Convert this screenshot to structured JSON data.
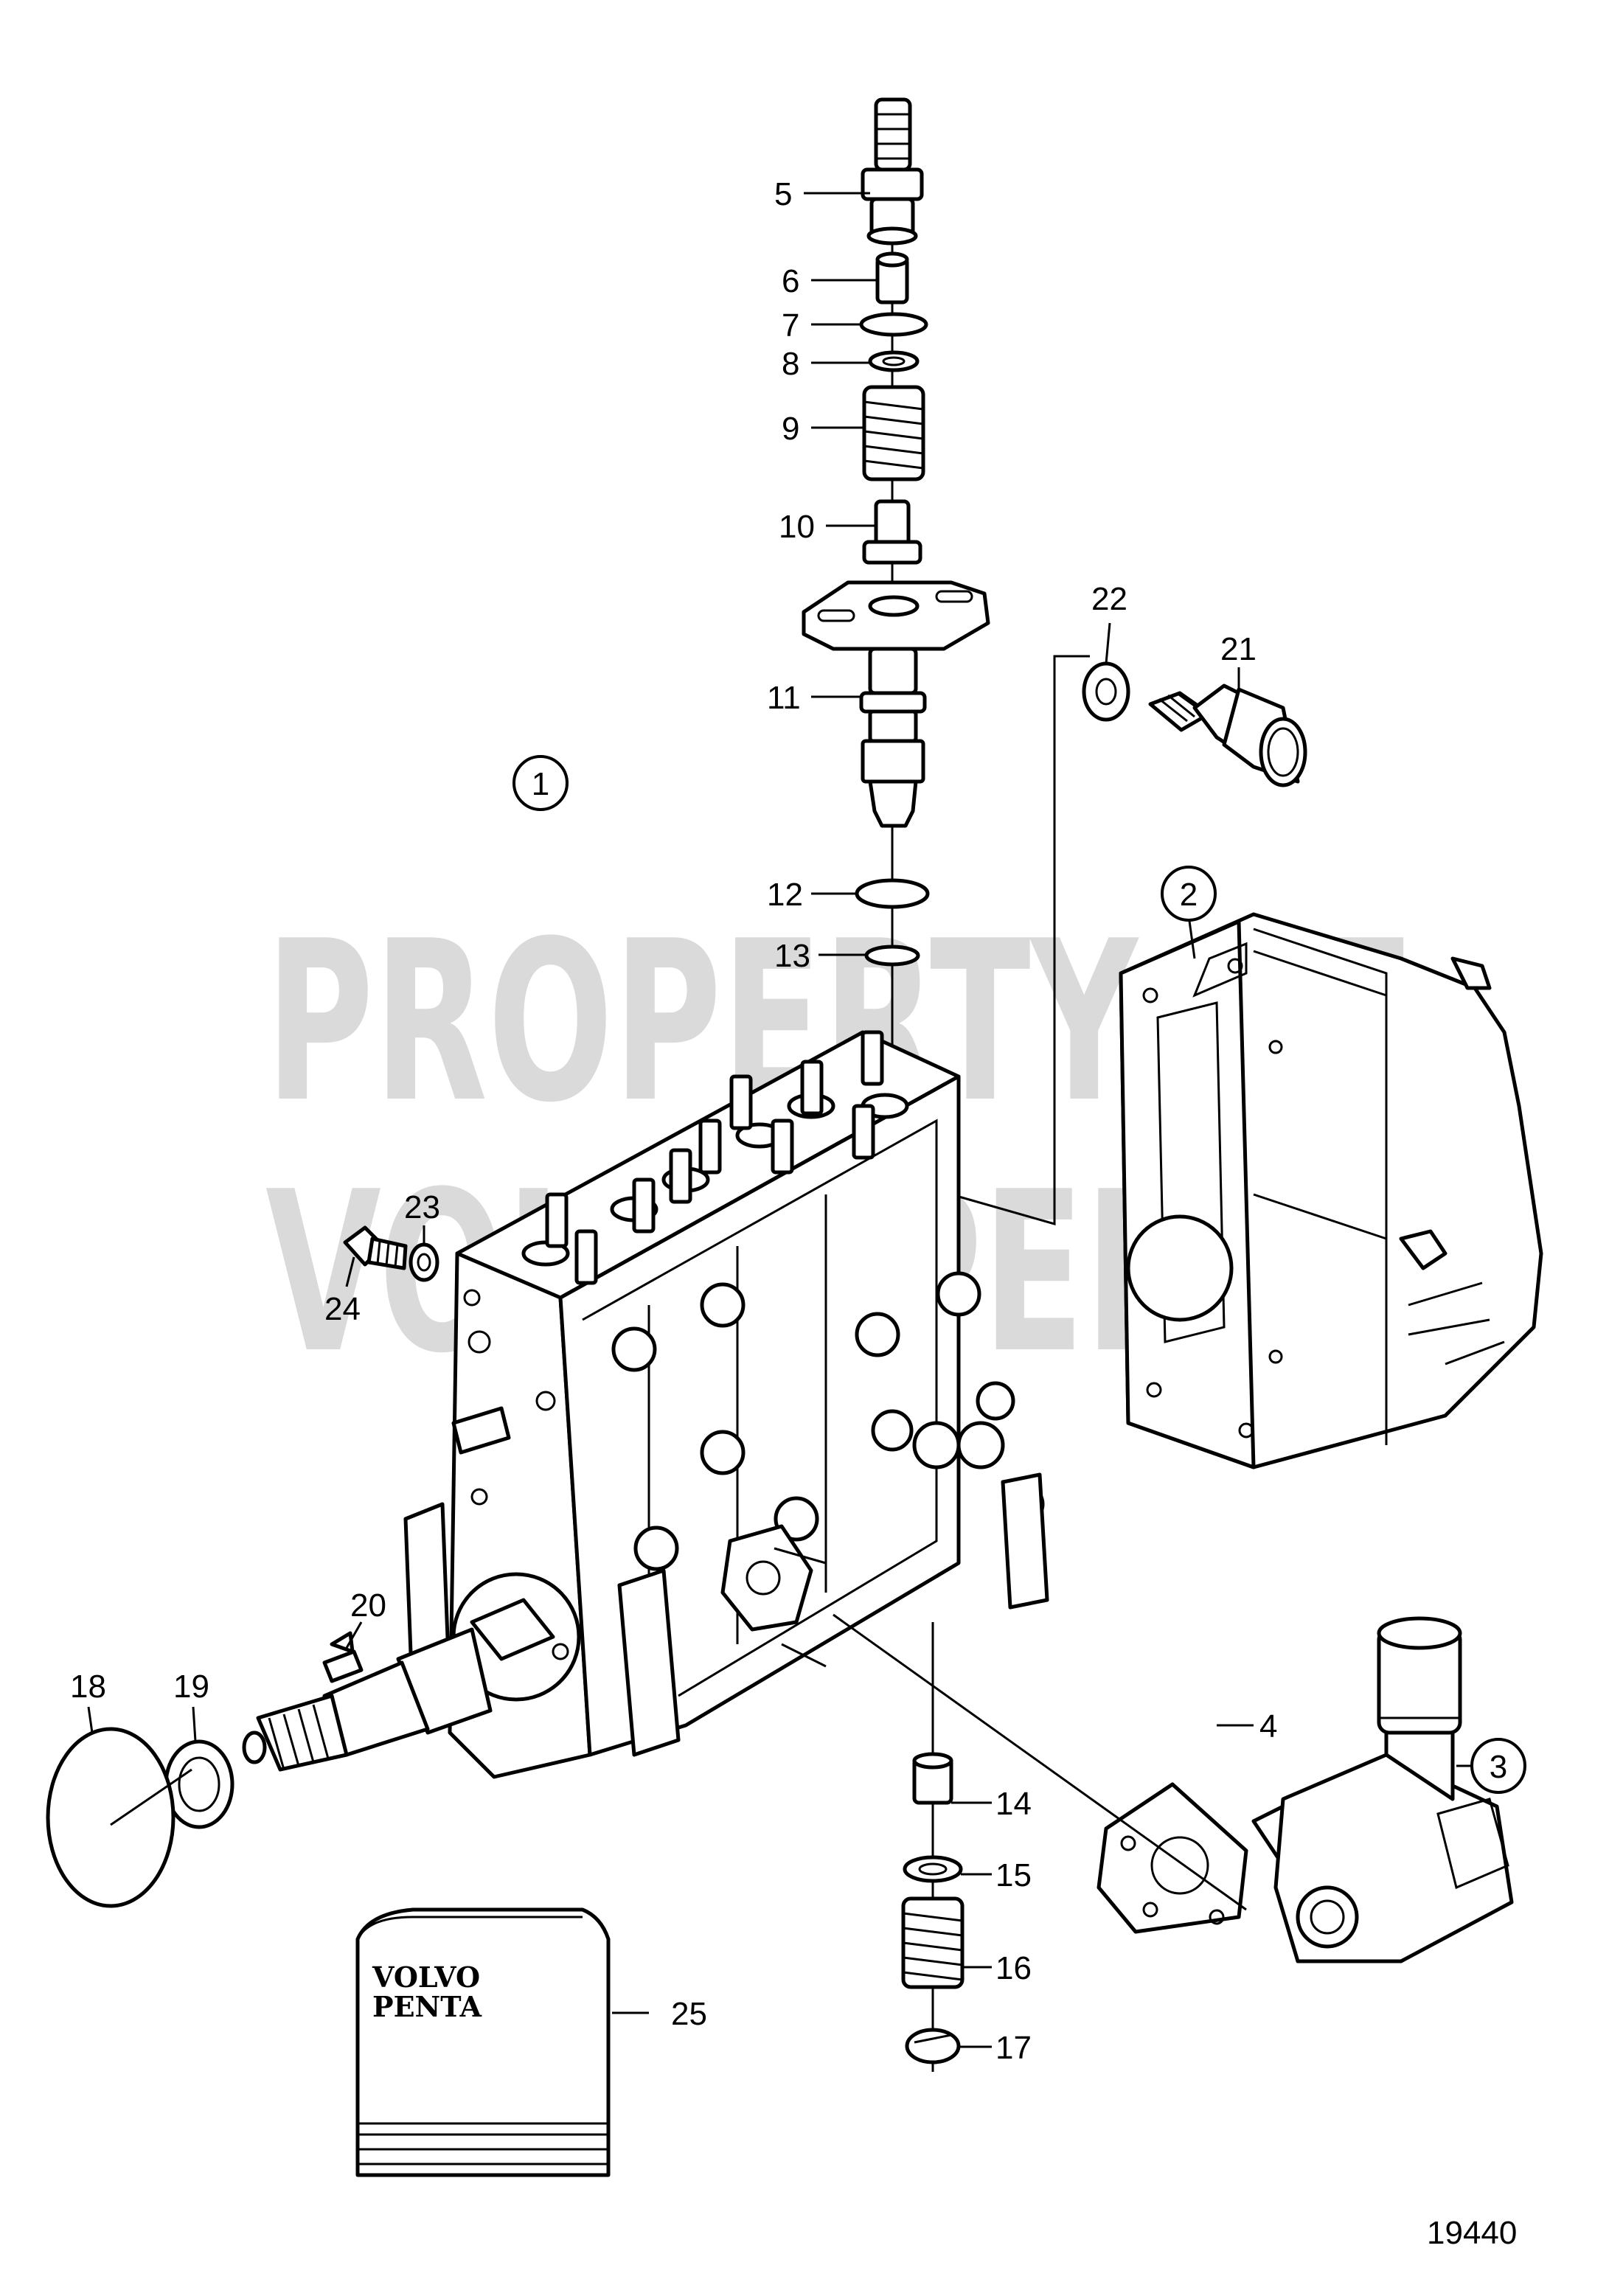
{
  "watermark": {
    "line1": "PROPERTY OF",
    "line2": "VOLVO PENTA"
  },
  "callouts": {
    "c1": "1",
    "c2": "2",
    "c3": "3",
    "c4": "4",
    "c5": "5",
    "c6": "6",
    "c7": "7",
    "c8": "8",
    "c9": "9",
    "c10": "10",
    "c11": "11",
    "c12": "12",
    "c13": "13",
    "c14": "14",
    "c15": "15",
    "c16": "16",
    "c17": "17",
    "c18": "18",
    "c19": "19",
    "c20": "20",
    "c21": "21",
    "c22": "22",
    "c23": "23",
    "c24": "24",
    "c25": "25"
  },
  "booklet": {
    "brand_line1": "VOLVO",
    "brand_line2": "PENTA"
  },
  "figure_number": "19440"
}
